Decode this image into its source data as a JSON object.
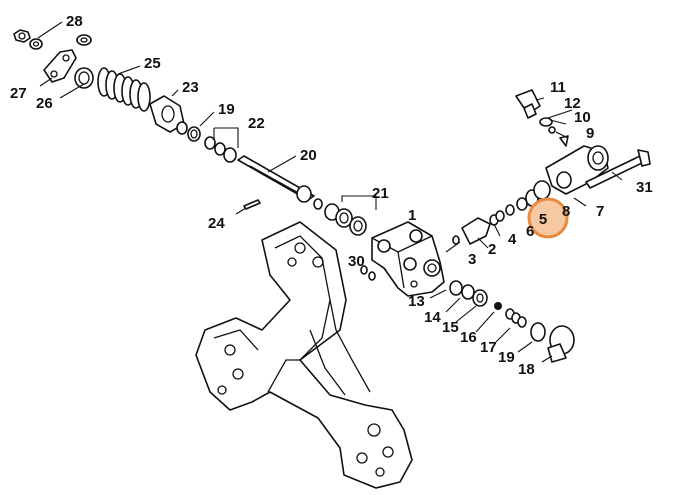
{
  "highlight": {
    "label": "5",
    "color": "#E98A3F"
  },
  "callouts": [
    {
      "id": "28",
      "label": "28"
    },
    {
      "id": "27",
      "label": "27"
    },
    {
      "id": "26",
      "label": "26"
    },
    {
      "id": "25",
      "label": "25"
    },
    {
      "id": "23",
      "label": "23"
    },
    {
      "id": "19a",
      "label": "19"
    },
    {
      "id": "22",
      "label": "22"
    },
    {
      "id": "20",
      "label": "20"
    },
    {
      "id": "21",
      "label": "21"
    },
    {
      "id": "24",
      "label": "24"
    },
    {
      "id": "1",
      "label": "1"
    },
    {
      "id": "30",
      "label": "30"
    },
    {
      "id": "2",
      "label": "2"
    },
    {
      "id": "3",
      "label": "3"
    },
    {
      "id": "4",
      "label": "4"
    },
    {
      "id": "6",
      "label": "6"
    },
    {
      "id": "7",
      "label": "7"
    },
    {
      "id": "8",
      "label": "8"
    },
    {
      "id": "9",
      "label": "9"
    },
    {
      "id": "10",
      "label": "10"
    },
    {
      "id": "11",
      "label": "11"
    },
    {
      "id": "12",
      "label": "12"
    },
    {
      "id": "31",
      "label": "31"
    },
    {
      "id": "13",
      "label": "13"
    },
    {
      "id": "14",
      "label": "14"
    },
    {
      "id": "15",
      "label": "15"
    },
    {
      "id": "16",
      "label": "16"
    },
    {
      "id": "17",
      "label": "17"
    },
    {
      "id": "19b",
      "label": "19"
    },
    {
      "id": "18",
      "label": "18"
    }
  ]
}
